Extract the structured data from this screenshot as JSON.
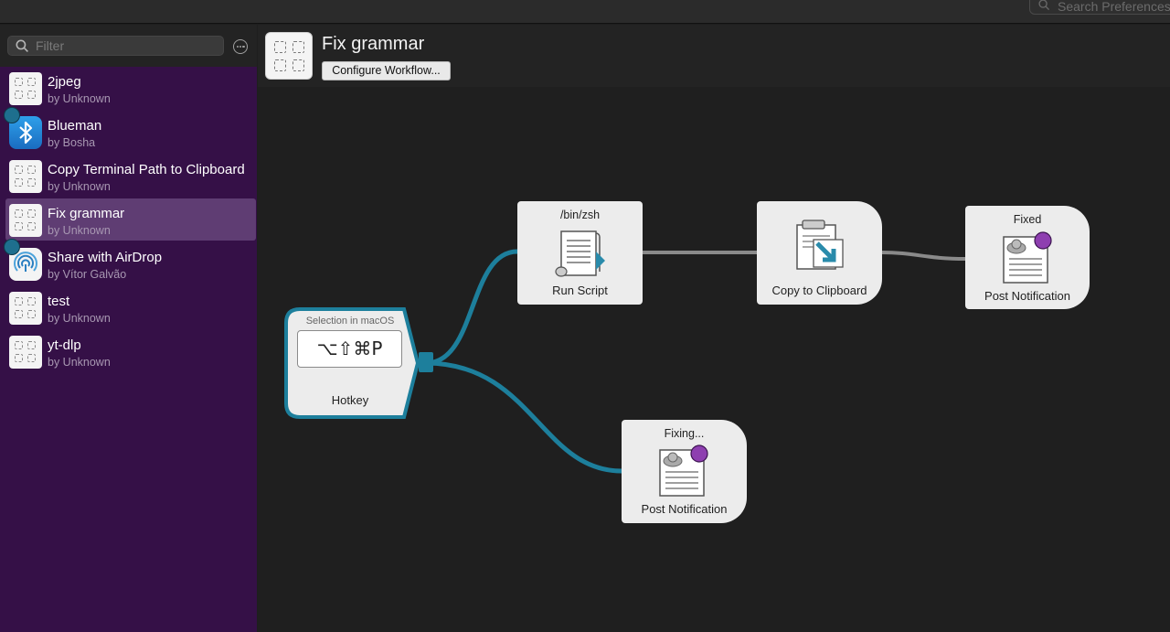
{
  "topbar": {
    "search_placeholder": "Search Preferences"
  },
  "sidebar": {
    "filter_placeholder": "Filter",
    "items": [
      {
        "name": "2jpeg",
        "author": "by Unknown",
        "icon": "placeholder-grid-icon"
      },
      {
        "name": "Blueman",
        "author": "by Bosha",
        "icon": "bluetooth-icon"
      },
      {
        "name": "Copy Terminal Path to Clipboard",
        "author": "by Unknown",
        "icon": "placeholder-grid-icon"
      },
      {
        "name": "Fix grammar",
        "author": "by Unknown",
        "icon": "placeholder-grid-icon",
        "selected": true
      },
      {
        "name": "Share with AirDrop",
        "author": "by Vítor Galvão",
        "icon": "airdrop-icon"
      },
      {
        "name": "test",
        "author": "by Unknown",
        "icon": "placeholder-grid-icon"
      },
      {
        "name": "yt-dlp",
        "author": "by Unknown",
        "icon": "placeholder-grid-icon"
      }
    ]
  },
  "header": {
    "title": "Fix grammar",
    "configure_label": "Configure Workflow..."
  },
  "canvas": {
    "hotkey": {
      "top": "Selection in macOS",
      "keys": "⌥⇧⌘P",
      "label": "Hotkey"
    },
    "run_script": {
      "top": "/bin/zsh",
      "label": "Run Script"
    },
    "copy_clipboard": {
      "label": "Copy to Clipboard"
    },
    "notify_fixed": {
      "top": "Fixed",
      "label": "Post Notification"
    },
    "notify_fixing": {
      "top": "Fixing...",
      "label": "Post Notification"
    }
  },
  "colors": {
    "sidebar_bg": "#351047",
    "sidebar_selected": "#5f3d73",
    "wire_trigger": "#1d7f9c",
    "wire_action": "#8a8a8a",
    "notification_dot": "#8e3fb0"
  }
}
